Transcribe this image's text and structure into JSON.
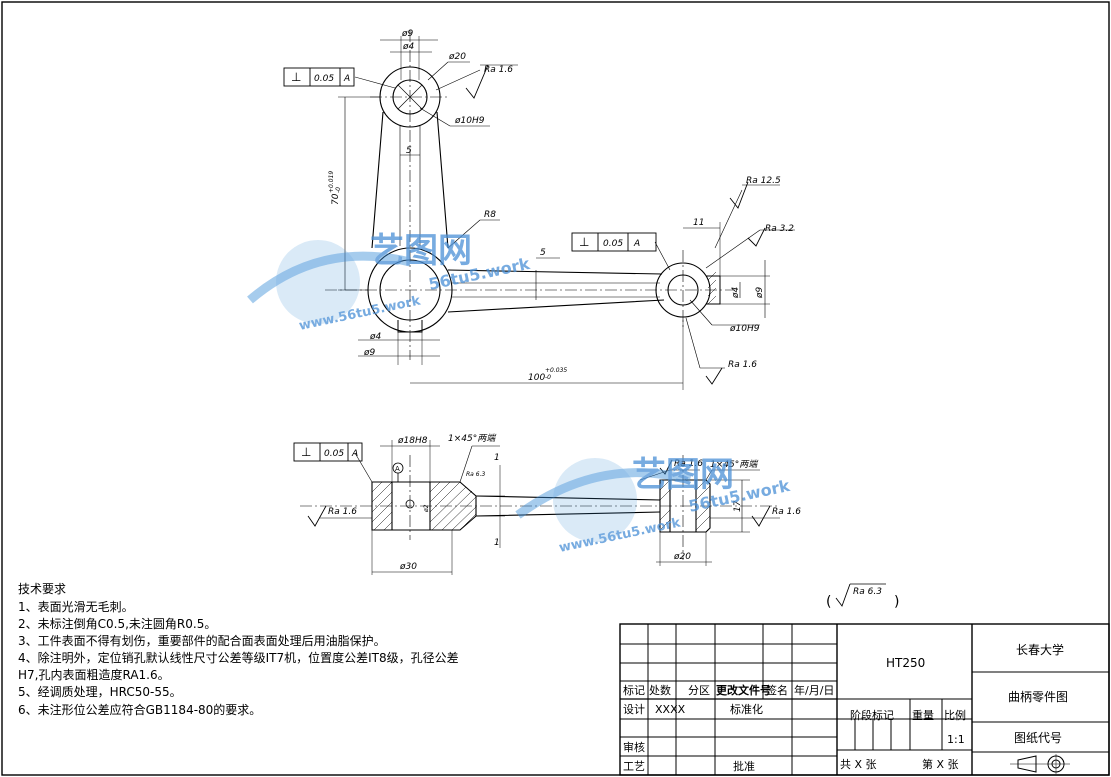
{
  "view_front": {
    "d_phi9": "ø9",
    "d_phi4": "ø4",
    "d_phi20": "ø20",
    "d_phi10h9": "ø10H9",
    "d_5": "5",
    "d_70": "70",
    "d_70_tol": "+0.019",
    "d_70_tol2": "-0",
    "d_r8": "R8",
    "d_5b": "5",
    "d_phi4_bottom": "ø4",
    "d_phi9_bottom": "ø9",
    "d_100": "100",
    "d_100_tol": "+0.035",
    "d_100_tol2": "-0",
    "d_11": "11",
    "d_phi4_right": "ø4",
    "d_phi9_right": "ø9",
    "d_phi10h9_right": "ø10H9",
    "gt_perp": "⊥",
    "gt_val": "0.05",
    "gt_datum": "A",
    "ra_top": "Ra 1.6",
    "ra_125": "Ra 12.5",
    "ra_32": "Ra 3.2",
    "ra_16_right": "Ra 1.6"
  },
  "view_section": {
    "gt_val": "0.05",
    "gt_datum": "A",
    "d_phi18h8": "ø18H8",
    "chamfer_left": "1×45°两端",
    "chamfer_right": "1×45°两端",
    "ra_left": "Ra 1.6",
    "ra_mid": "Ra 1.6",
    "ra_right": "Ra 1.6",
    "d_1a": "1",
    "d_1b": "1",
    "d_17": "17",
    "d_phi30": "ø30",
    "d_phi20": "ø20",
    "datum_a": "A",
    "ra_small": "Ra 6.3",
    "d_phi2": "ø2"
  },
  "watermark": {
    "brand": "艺图网",
    "url": "56tu5.work",
    "url2": "www.56tu5.work"
  },
  "general_roughness": "Ra 6.3",
  "tech_requirements": {
    "title": "技术要求",
    "items": [
      "1、表面光滑无毛刺。",
      "2、未标注倒角C0.5,未注圆角R0.5。",
      "3、工件表面不得有划伤，重要部件的配合面表面处理后用油脂保护。",
      "4、除注明外，定位销孔默认线性尺寸公差等级IT7机，位置度公差IT8级，孔径公差",
      "H7,孔内表面粗造度RA1.6。",
      "5、经调质处理，HRC50-55。",
      "6、未注形位公差应符合GB1184-80的要求。"
    ]
  },
  "title_block": {
    "material": "HT250",
    "school": "长春大学",
    "drawing_name": "曲柄零件图",
    "drawing_code": "图纸代号",
    "mark": "标记",
    "count": "处数",
    "zone": "分区",
    "change_doc": "更改文件号",
    "sign": "签名",
    "date": "年/月/日",
    "design": "设计",
    "designer": "XXXX",
    "standard": "标准化",
    "stage_mark": "阶段标记",
    "weight": "重量",
    "scale": "比例",
    "scale_value": "1:1",
    "review": "审核",
    "process": "工艺",
    "approve": "批准",
    "sheets_total": "共 X 张",
    "sheet_no": "第 X 张"
  }
}
